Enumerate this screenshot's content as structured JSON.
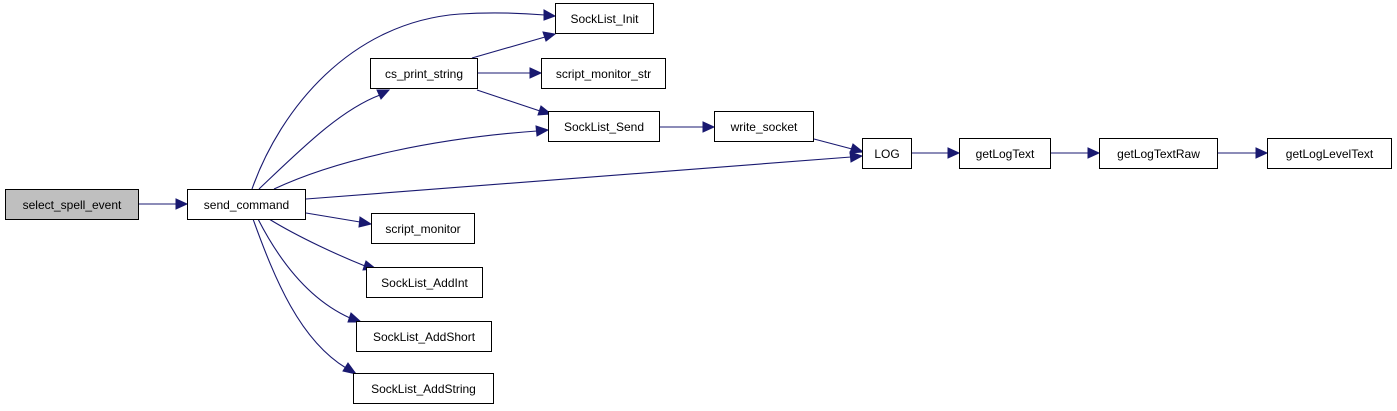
{
  "nodes": {
    "select_spell_event": {
      "label": "select_spell_event",
      "highlighted": true
    },
    "send_command": {
      "label": "send_command"
    },
    "cs_print_string": {
      "label": "cs_print_string"
    },
    "SockList_Init": {
      "label": "SockList_Init"
    },
    "script_monitor_str": {
      "label": "script_monitor_str"
    },
    "SockList_Send": {
      "label": "SockList_Send"
    },
    "write_socket": {
      "label": "write_socket"
    },
    "LOG": {
      "label": "LOG"
    },
    "getLogText": {
      "label": "getLogText"
    },
    "getLogTextRaw": {
      "label": "getLogTextRaw"
    },
    "getLogLevelText": {
      "label": "getLogLevelText"
    },
    "script_monitor": {
      "label": "script_monitor"
    },
    "SockList_AddInt": {
      "label": "SockList_AddInt"
    },
    "SockList_AddShort": {
      "label": "SockList_AddShort"
    },
    "SockList_AddString": {
      "label": "SockList_AddString"
    }
  },
  "edges": [
    [
      "select_spell_event",
      "send_command"
    ],
    [
      "send_command",
      "SockList_Init"
    ],
    [
      "send_command",
      "cs_print_string"
    ],
    [
      "send_command",
      "SockList_Send"
    ],
    [
      "send_command",
      "LOG"
    ],
    [
      "send_command",
      "script_monitor"
    ],
    [
      "send_command",
      "SockList_AddInt"
    ],
    [
      "send_command",
      "SockList_AddShort"
    ],
    [
      "send_command",
      "SockList_AddString"
    ],
    [
      "cs_print_string",
      "SockList_Init"
    ],
    [
      "cs_print_string",
      "script_monitor_str"
    ],
    [
      "cs_print_string",
      "SockList_Send"
    ],
    [
      "SockList_Send",
      "write_socket"
    ],
    [
      "write_socket",
      "LOG"
    ],
    [
      "LOG",
      "getLogText"
    ],
    [
      "getLogText",
      "getLogTextRaw"
    ],
    [
      "getLogTextRaw",
      "getLogLevelText"
    ]
  ],
  "colors": {
    "edge": "#191970",
    "node_border": "#000000",
    "highlighted_fill": "#bfbfbf"
  }
}
